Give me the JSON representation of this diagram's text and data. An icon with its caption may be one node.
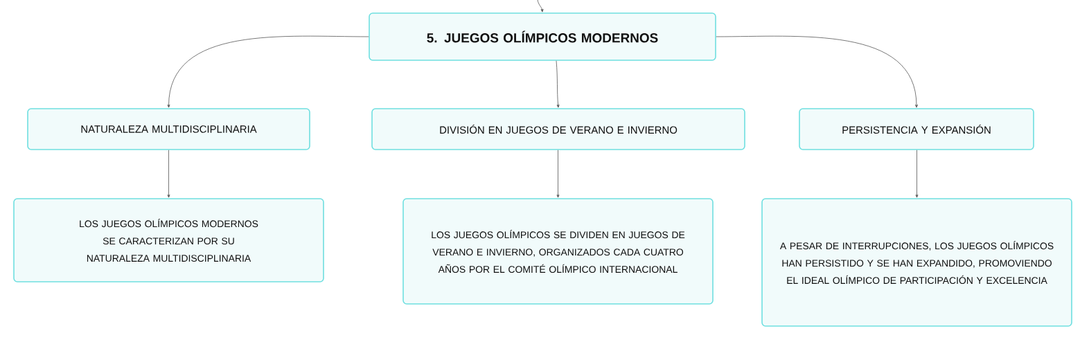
{
  "diagram": {
    "nodes": [
      {
        "text": [
          "5. JUEGOS OLÍMPICOS MODERNOS"
        ]
      },
      {
        "text": [
          "NATURALEZA MULTIDISCIPLINARIA"
        ]
      },
      {
        "text": [
          "DIVISIÓN EN JUEGOS DE VERANO E INVIERNO"
        ]
      },
      {
        "text": [
          "PERSISTENCIA Y EXPANSIÓN"
        ]
      },
      {
        "text": [
          "LOS JUEGOS OLÍMPICOS MODERNOS SE CARACTERIZAN POR SU NATURALEZA MULTIDISCIPLINARIA"
        ]
      },
      {
        "text": [
          "LOS JUEGOS OLÍMPICOS SE DIVIDEN EN JUEGOS DE VERANO E INVIERNO, ORGANIZADOS CADA CUATRO AÑOS POR EL COMITÉ OLÍMPICO INTERNACIONAL"
        ]
      },
      {
        "text": [
          "A PESAR DE INTERRUPCIONES, LOS JUEGOS OLÍMPICOS HAN PERSISTIDO Y SE HAN EXPANDIDO, PROMOVIENDO EL IDEAL OLÍMPICO DE PARTICIPACIÓN Y EXCELENCIA"
        ]
      }
    ],
    "edges": [
      {
        "from": null,
        "to": 0,
        "arrow": "to"
      },
      {
        "from": 0,
        "to": 1,
        "arrow": "to"
      },
      {
        "from": 0,
        "to": 2,
        "arrow": "to"
      },
      {
        "from": 0,
        "to": 3,
        "arrow": "to"
      },
      {
        "from": 1,
        "to": 4,
        "arrow": "to"
      },
      {
        "from": 2,
        "to": 5,
        "arrow": "to"
      },
      {
        "from": 3,
        "to": 6,
        "arrow": "to"
      }
    ]
  }
}
